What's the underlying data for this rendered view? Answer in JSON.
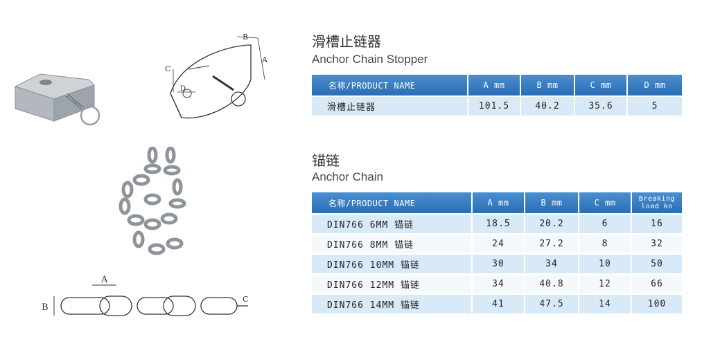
{
  "stopper": {
    "title_cn": "滑槽止链器",
    "title_en": "Anchor Chain Stopper",
    "headers": [
      "名称/PRODUCT NAME",
      "A mm",
      "B mm",
      "C mm",
      "D mm"
    ],
    "rows": [
      [
        "滑槽止链器",
        "101.5",
        "40.2",
        "35.6",
        "5"
      ]
    ],
    "drawing_labels": {
      "a": "A",
      "b": "B",
      "c": "C",
      "d": "D"
    }
  },
  "chain": {
    "title_cn": "锚链",
    "title_en": "Anchor Chain",
    "headers": [
      "名称/PRODUCT NAME",
      "A mm",
      "B mm",
      "C mm",
      "Breaking load kn"
    ],
    "rows": [
      [
        "DIN766 6MM 锚链",
        "18.5",
        "20.2",
        "6",
        "16"
      ],
      [
        "DIN766 8MM 锚链",
        "24",
        "27.2",
        "8",
        "32"
      ],
      [
        "DIN766 10MM 锚链",
        "30",
        "34",
        "10",
        "50"
      ],
      [
        "DIN766 12MM 锚链",
        "34",
        "40.8",
        "12",
        "66"
      ],
      [
        "DIN766 14MM 锚链",
        "41",
        "47.5",
        "14",
        "100"
      ]
    ],
    "drawing_labels": {
      "a": "A",
      "b": "B",
      "c": "C"
    }
  },
  "colors": {
    "header_blue": "#2a6db3",
    "row_blue": "#d8e9f8",
    "row_white": "#f6f9fc"
  }
}
